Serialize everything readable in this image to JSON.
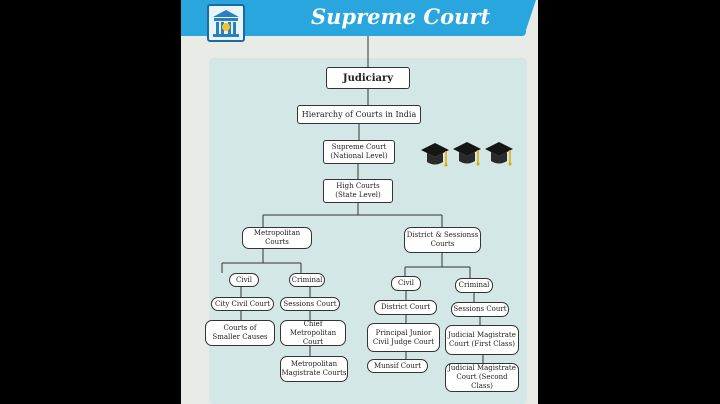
{
  "page_title": "Supreme Court",
  "chart": {
    "judiciary": "Judiciary",
    "hierarchy": "Hierarchy of Courts in India",
    "supreme": "Supreme Court\n(National Level)",
    "high": "High Courts\n(State Level)",
    "metropolitan": "Metropolitan\nCourts",
    "district_sessions": "District & Sessionss\nCourts",
    "metro_civil": "Civil",
    "metro_criminal": "Criminal",
    "city_civil": "City Civil Court",
    "sessions_metro": "Sessions Court",
    "smaller_causes": "Courts of\nSmaller Causes",
    "chief_metro": "Chief Metropolitan\nCourt",
    "metro_magistrate": "Metropolitan\nMagistrate Courts",
    "dist_civil": "Civil",
    "dist_criminal": "Criminal",
    "district_court": "District Court",
    "sessions_dist": "Sessions Court",
    "principal_junior": "Principal Junior\nCivil Judge Court",
    "jm_first": "Judicial Magistrate\nCourt (First Class)",
    "munsif": "Munsif Court",
    "jm_second": "Judicial Magistrate\nCourt (Second Class)"
  },
  "decor": {
    "logo_icon": "bank-icon",
    "cap_icon": "graduation-cap-icon",
    "cap_count": 3,
    "accent": "#2aa6de"
  }
}
